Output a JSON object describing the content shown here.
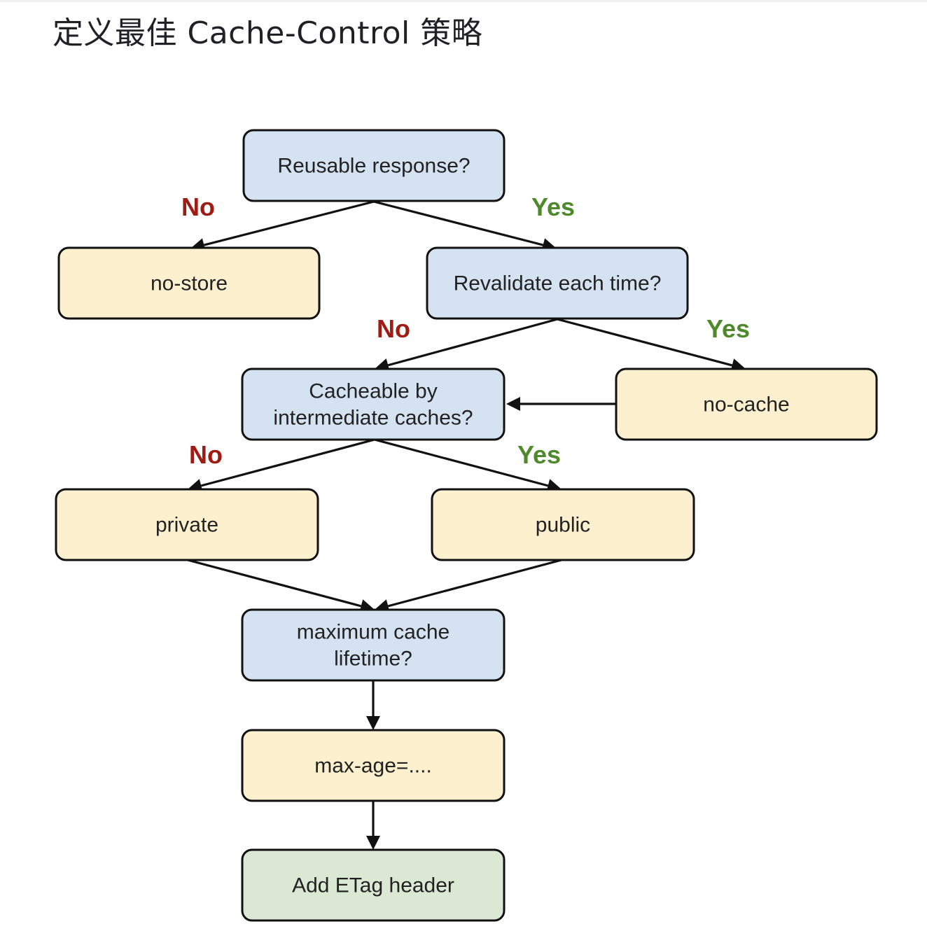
{
  "page": {
    "title": "定义最佳 Cache-Control 策略"
  },
  "colors": {
    "question_fill": "#d4e2f1",
    "directive_fill": "#fcf0cf",
    "final_fill": "#dae8d4",
    "no_label": "#a01b14",
    "yes_label": "#4e8a2c",
    "stroke": "#111111"
  },
  "flowchart": {
    "nodes": {
      "reusable": {
        "lines": [
          "Reusable response?"
        ],
        "kind": "question"
      },
      "no_store": {
        "lines": [
          "no-store"
        ],
        "kind": "directive"
      },
      "revalidate": {
        "lines": [
          "Revalidate each time?"
        ],
        "kind": "question"
      },
      "cacheable": {
        "lines": [
          "Cacheable by",
          "intermediate caches?"
        ],
        "kind": "question"
      },
      "no_cache": {
        "lines": [
          "no-cache"
        ],
        "kind": "directive"
      },
      "private": {
        "lines": [
          "private"
        ],
        "kind": "directive"
      },
      "public": {
        "lines": [
          "public"
        ],
        "kind": "directive"
      },
      "max_lifetime": {
        "lines": [
          "maximum cache",
          "lifetime?"
        ],
        "kind": "question"
      },
      "max_age": {
        "lines": [
          "max-age=...."
        ],
        "kind": "directive"
      },
      "etag": {
        "lines": [
          "Add ETag header"
        ],
        "kind": "final"
      }
    },
    "edges": [
      {
        "from": "reusable",
        "to": "no_store",
        "label": "No"
      },
      {
        "from": "reusable",
        "to": "revalidate",
        "label": "Yes"
      },
      {
        "from": "revalidate",
        "to": "cacheable",
        "label": "No"
      },
      {
        "from": "revalidate",
        "to": "no_cache",
        "label": "Yes"
      },
      {
        "from": "no_cache",
        "to": "cacheable",
        "label": ""
      },
      {
        "from": "cacheable",
        "to": "private",
        "label": "No"
      },
      {
        "from": "cacheable",
        "to": "public",
        "label": "Yes"
      },
      {
        "from": "private",
        "to": "max_lifetime",
        "label": ""
      },
      {
        "from": "public",
        "to": "max_lifetime",
        "label": ""
      },
      {
        "from": "max_lifetime",
        "to": "max_age",
        "label": ""
      },
      {
        "from": "max_age",
        "to": "etag",
        "label": ""
      }
    ]
  }
}
